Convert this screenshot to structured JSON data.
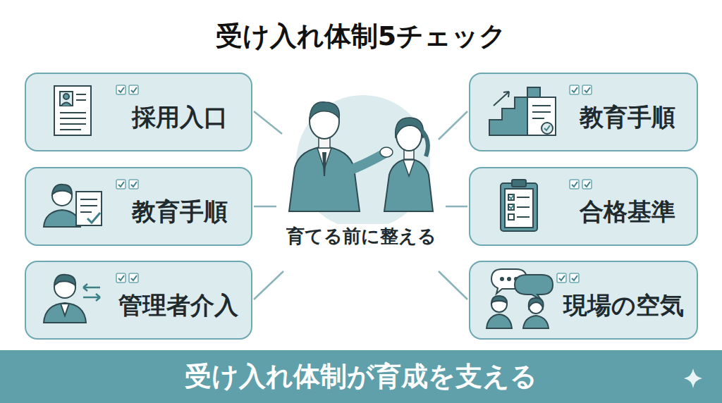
{
  "diagram": {
    "title": "受け入れ体制5チェック",
    "nodes": [
      {
        "text": [
          "採用入口"
        ]
      },
      {
        "text": [
          "教育手順"
        ]
      },
      {
        "text": [
          "教育手順"
        ]
      },
      {
        "text": [
          "合格基準"
        ]
      },
      {
        "text": [
          "管理者介入"
        ]
      },
      {
        "text": [
          "現場の空気"
        ]
      },
      {
        "text": [
          "受け入れ体制が育成を支える"
        ]
      }
    ],
    "labels": [
      "育てる前に整える"
    ]
  }
}
